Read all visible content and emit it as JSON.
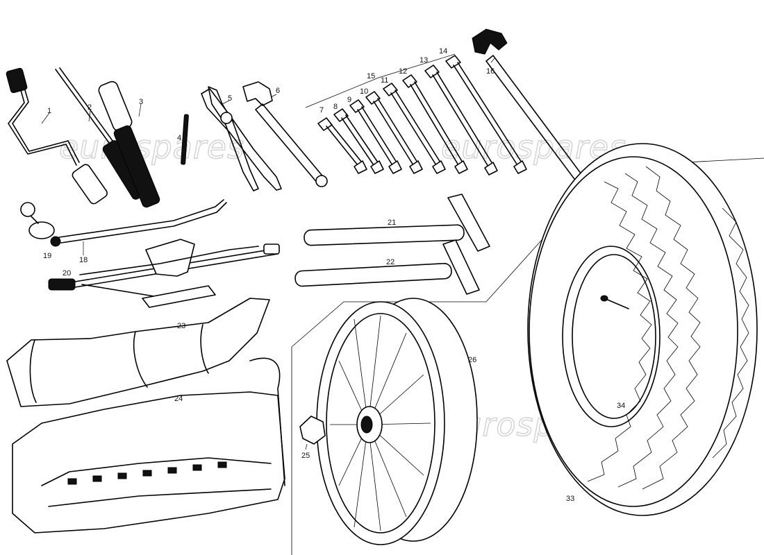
{
  "watermark": "eurospares",
  "colors": {
    "ink": "#000000",
    "paper": "#ffffff",
    "watermark": "#d4d4d4"
  },
  "labels": {
    "p1": "1",
    "p2": "2",
    "p3": "3",
    "p4": "4",
    "p5": "5",
    "p6": "6",
    "p7": "7",
    "p8": "8",
    "p9": "9",
    "p10": "10",
    "p11": "11",
    "p12": "12",
    "p13": "13",
    "p14": "14",
    "p15": "15",
    "p16": "16",
    "p18": "18",
    "p19": "19",
    "p20": "20",
    "p21": "21",
    "p22": "22",
    "p23": "23",
    "p24": "24",
    "p25": "25",
    "p26": "26",
    "p33": "33",
    "p34": "34"
  }
}
